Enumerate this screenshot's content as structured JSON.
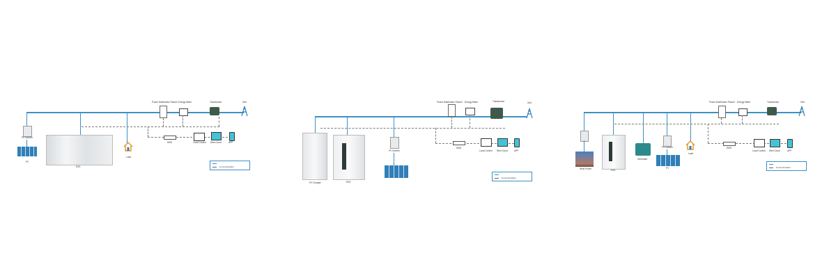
{
  "diagrams": [
    {
      "labels": {
        "pdp": "Power Distribution Pannel",
        "meter": "Energy Meter",
        "transformer": "Transformer",
        "grid": "Grid",
        "pv_inverter": "PV Inverter",
        "pv": "PV",
        "ess": "ESS",
        "load": "Load",
        "dms": "DMS",
        "local_control": "Local Control",
        "web_cloud": "Web Cloud",
        "app": "APP"
      },
      "legend": {
        "power": "",
        "comm": "Communication"
      }
    },
    {
      "labels": {
        "pdp": "Power Distribution Pannel",
        "meter": "Energy Meter",
        "transformer": "Transformer",
        "grid": "Grid",
        "pv_inverter": "PV Inverter",
        "dms": "DMS",
        "local_control": "Local Control",
        "web_cloud": "Web Cloud",
        "app": "APP",
        "cabinet1": "PV Charger",
        "cabinet2": "ESS"
      },
      "legend": {
        "power": "",
        "comm": "Communication"
      }
    },
    {
      "labels": {
        "pdp": "Power Distribution Pannel",
        "meter": "Energy Meter",
        "transformer": "Transformer",
        "grid": "Grid",
        "wind": "Wind Power",
        "ess": "ESS",
        "generator": "Generator",
        "pv_inverter": "PV Inverter",
        "pv": "PV",
        "load": "Load",
        "dms": "DMS",
        "local_control": "Local Control",
        "web_cloud": "Web Cloud",
        "app": "APP"
      },
      "legend": {
        "power": "",
        "comm": "Communication"
      }
    }
  ],
  "colors": {
    "line": "#3d8fc4",
    "panel_blue": "#2f7fb8",
    "cabinet": "#e4e6e8",
    "dark": "#2e3a3a"
  }
}
